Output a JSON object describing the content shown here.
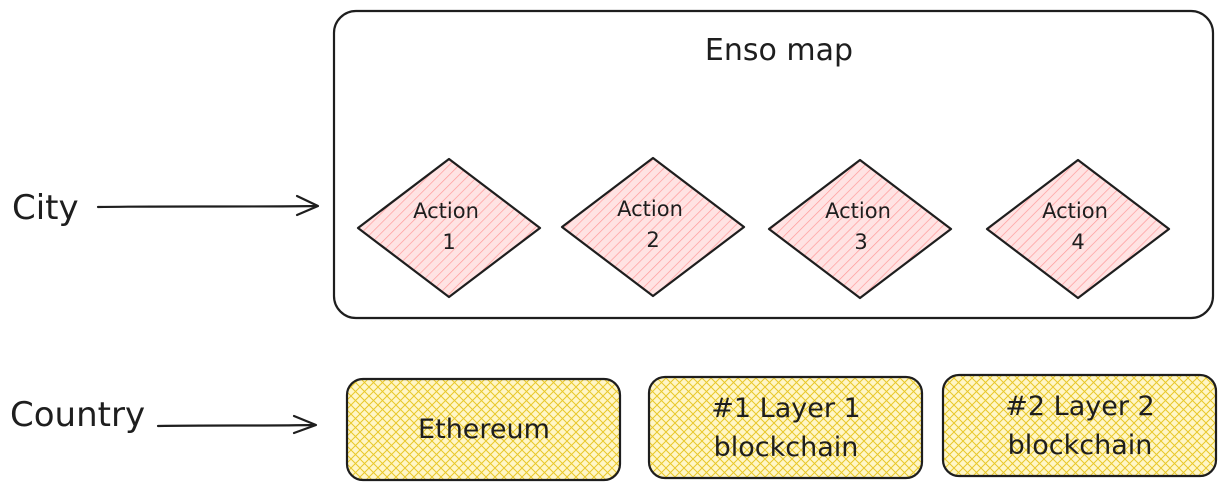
{
  "levels": {
    "city": "City",
    "country": "Country"
  },
  "map": {
    "title": "Enso map"
  },
  "actions": [
    {
      "line1": "Action",
      "line2": "1"
    },
    {
      "line1": "Action",
      "line2": "2"
    },
    {
      "line1": "Action",
      "line2": "3"
    },
    {
      "line1": "Action",
      "line2": "4"
    }
  ],
  "chains": [
    {
      "line1": "Ethereum",
      "line2": ""
    },
    {
      "line1": "#1 Layer 1",
      "line2": "blockchain"
    },
    {
      "line1": "#2 Layer 2",
      "line2": "blockchain"
    }
  ],
  "colors": {
    "stroke": "#1e1e1e",
    "action_fill": "#ffc9c9",
    "action_hatch": "#ff8787",
    "chain_fill": "#fff3bf",
    "chain_hatch": "#f0c800"
  }
}
